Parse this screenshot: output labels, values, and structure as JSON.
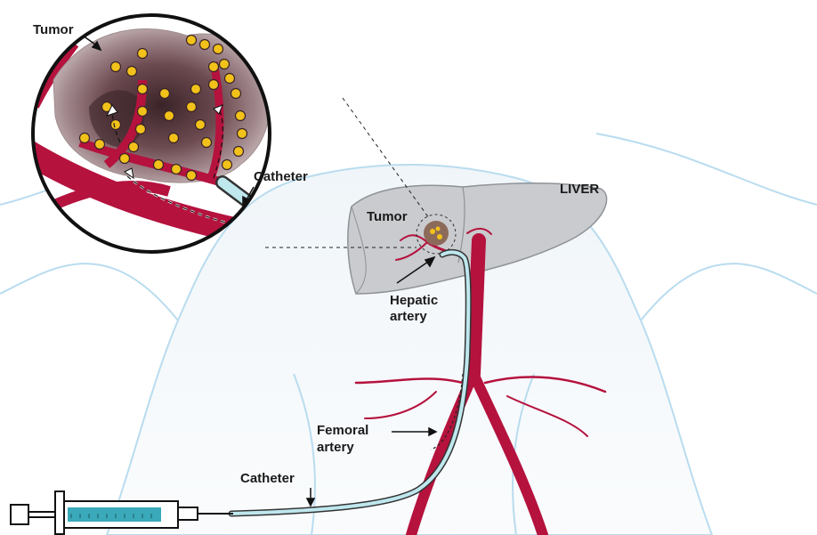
{
  "labels": {
    "inset_tumor": "Tumor",
    "inset_catheter": "Catheter",
    "liver": "LIVER",
    "liver_tumor": "Tumor",
    "hepatic_line1": "Hepatic",
    "hepatic_line2": "artery",
    "femoral_line1": "Femoral",
    "femoral_line2": "artery",
    "catheter_bottom": "Catheter"
  },
  "colors": {
    "artery": "#b5123e",
    "catheter": "#bfe7ee",
    "syringe_fluid": "#3aa9b9",
    "body_outline": "#b9dcef",
    "body_fill": "#eef4f8",
    "liver": "#c7c9cc",
    "bead": "#f2c21a",
    "tumor_dark": "#4a2f33"
  }
}
